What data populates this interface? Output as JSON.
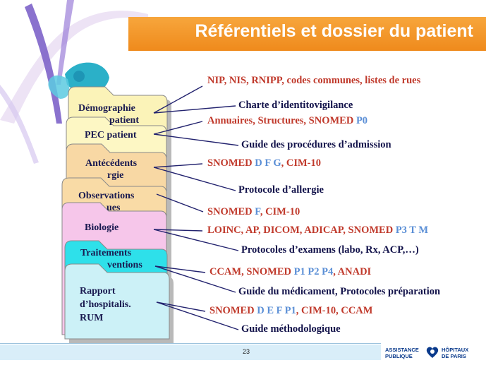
{
  "title": "Référentiels et dossier du patient",
  "colors": {
    "accent_orange": "#ef8a1c",
    "red_text": "#c0392b",
    "blue_text": "#5b8fd6",
    "navy_text": "#12124a",
    "connector": "#22226e"
  },
  "tabs": [
    {
      "line1": "Démographie",
      "line2": "patient",
      "color": "#fbf3b8"
    },
    {
      "line1": "PEC patient",
      "line2": "",
      "color": "#fdf7c4"
    },
    {
      "line1": "Antécédents",
      "line2": "rgie",
      "color": "#f8d8a4"
    },
    {
      "line1": "Observations",
      "line2": "ues",
      "color": "#f9dba6"
    },
    {
      "line1": "Biologie",
      "line2": "",
      "color": "#f6c6ea"
    },
    {
      "line1": "Traitements",
      "line2": "ventions",
      "color": "#2ee0ea"
    },
    {
      "line1": "Rapport",
      "line2": "d’hospitalis.",
      "line3": "RUM",
      "color": "#ccf1f7"
    }
  ],
  "rows": [
    {
      "kind": "referentiel",
      "parts": [
        {
          "text": "NIP, NIS, RNIPP, codes communes, listes de rues",
          "style": "red"
        }
      ]
    },
    {
      "kind": "guide",
      "parts": [
        {
          "text": "Charte d’identitovigilance",
          "style": "navy"
        }
      ]
    },
    {
      "kind": "referentiel",
      "parts": [
        {
          "text": "Annuaires, Structures, SNOMED ",
          "style": "red"
        },
        {
          "text": "P0",
          "style": "blue"
        }
      ]
    },
    {
      "kind": "guide",
      "parts": [
        {
          "text": "Guide des procédures d’admission",
          "style": "navy"
        }
      ]
    },
    {
      "kind": "referentiel",
      "parts": [
        {
          "text": "SNOMED ",
          "style": "red"
        },
        {
          "text": "D F G",
          "style": "blue"
        },
        {
          "text": ", CIM-10",
          "style": "red"
        }
      ]
    },
    {
      "kind": "guide",
      "parts": [
        {
          "text": "Protocole d’allergie",
          "style": "navy"
        }
      ]
    },
    {
      "kind": "referentiel",
      "parts": [
        {
          "text": "SNOMED ",
          "style": "red"
        },
        {
          "text": "F",
          "style": "blue"
        },
        {
          "text": ", CIM-10",
          "style": "red"
        }
      ]
    },
    {
      "kind": "referentiel",
      "parts": [
        {
          "text": "LOINC, AP, DICOM, ADICAP, SNOMED ",
          "style": "red"
        },
        {
          "text": "P3 T M",
          "style": "blue"
        }
      ]
    },
    {
      "kind": "guide",
      "parts": [
        {
          "text": "Protocoles d’examens (labo, Rx, ACP,…)",
          "style": "navy"
        }
      ]
    },
    {
      "kind": "referentiel",
      "parts": [
        {
          "text": "CCAM, SNOMED ",
          "style": "red"
        },
        {
          "text": "P1 P2 P4",
          "style": "blue"
        },
        {
          "text": ", ANADI",
          "style": "red"
        }
      ]
    },
    {
      "kind": "guide",
      "parts": [
        {
          "text": "Guide du médicament, Protocoles préparation",
          "style": "navy"
        }
      ]
    },
    {
      "kind": "referentiel",
      "parts": [
        {
          "text": "SNOMED ",
          "style": "red"
        },
        {
          "text": "D E F P1",
          "style": "blue"
        },
        {
          "text": ", CIM-10, CCAM",
          "style": "red"
        }
      ]
    },
    {
      "kind": "guide",
      "parts": [
        {
          "text": "Guide méthodologique",
          "style": "navy"
        }
      ]
    }
  ],
  "page_number": "23",
  "logo": {
    "left_line1": "ASSISTANCE",
    "left_line2": "PUBLIQUE",
    "right_line1": "HÔPITAUX",
    "right_line2": "DE PARIS"
  }
}
